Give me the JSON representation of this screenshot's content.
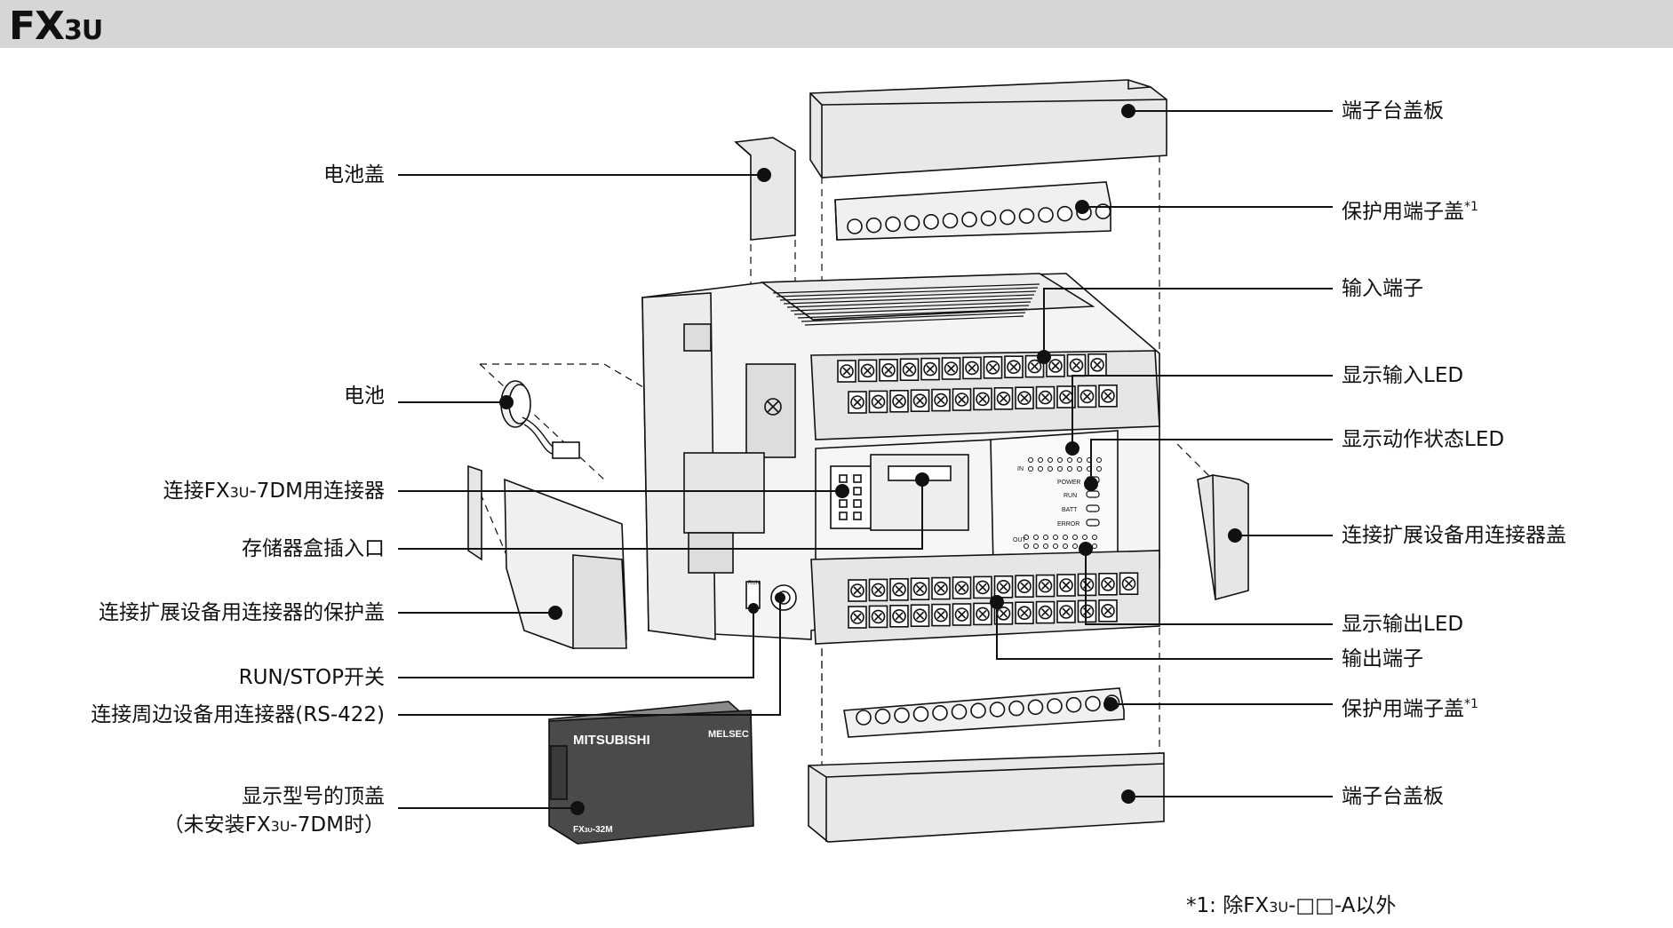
{
  "header": {
    "title_main": "FX",
    "title_sub": "3U"
  },
  "callouts_left": {
    "battery_cover": "电池盖",
    "battery": "电池",
    "fx3u_7dm_connector_a": "连接FX",
    "fx3u_7dm_connector_sub": "3U",
    "fx3u_7dm_connector_b": "-7DM用连接器",
    "memory_cassette_slot": "存储器盒插入口",
    "expansion_connector_protect_cover": "连接扩展设备用连接器的保护盖",
    "run_stop_switch": "RUN/STOP开关",
    "peripheral_connector": "连接周边设备用连接器(RS-422)",
    "top_cover_line1": "显示型号的顶盖",
    "top_cover_line2_a": "（未安装FX",
    "top_cover_line2_sub": "3U",
    "top_cover_line2_b": "-7DM时）"
  },
  "callouts_right": {
    "terminal_cover_top": "端子台盖板",
    "terminal_protect_cover_top": "保护用端子盖",
    "terminal_protect_cover_top_mark": "*1",
    "input_terminal": "输入端子",
    "input_led": "显示输入LED",
    "status_led": "显示动作状态LED",
    "expansion_connector_cover": "连接扩展设备用连接器盖",
    "output_led": "显示输出LED",
    "output_terminal": "输出端子",
    "terminal_protect_cover_bottom": "保护用端子盖",
    "terminal_protect_cover_bottom_mark": "*1",
    "terminal_cover_bottom": "端子台盖板"
  },
  "device_text": {
    "brand": "MITSUBISHI",
    "series": "MELSEC",
    "model_a": "FX",
    "model_sub": "3U",
    "model_b": "-32M",
    "led_power": "POWER",
    "led_run": "RUN",
    "led_batt": "BATT",
    "led_error": "ERROR",
    "led_in": "IN",
    "led_out": "OUT",
    "run_label": "RUN"
  },
  "footnote": {
    "mark": "*1: 除FX",
    "sub": "3U",
    "rest": "-□□-A以外"
  },
  "colors": {
    "header_bg": "#d6d6d6",
    "part_fill": "#e8e8e8",
    "dark_cover": "#4a4a4a",
    "line": "#111111"
  }
}
